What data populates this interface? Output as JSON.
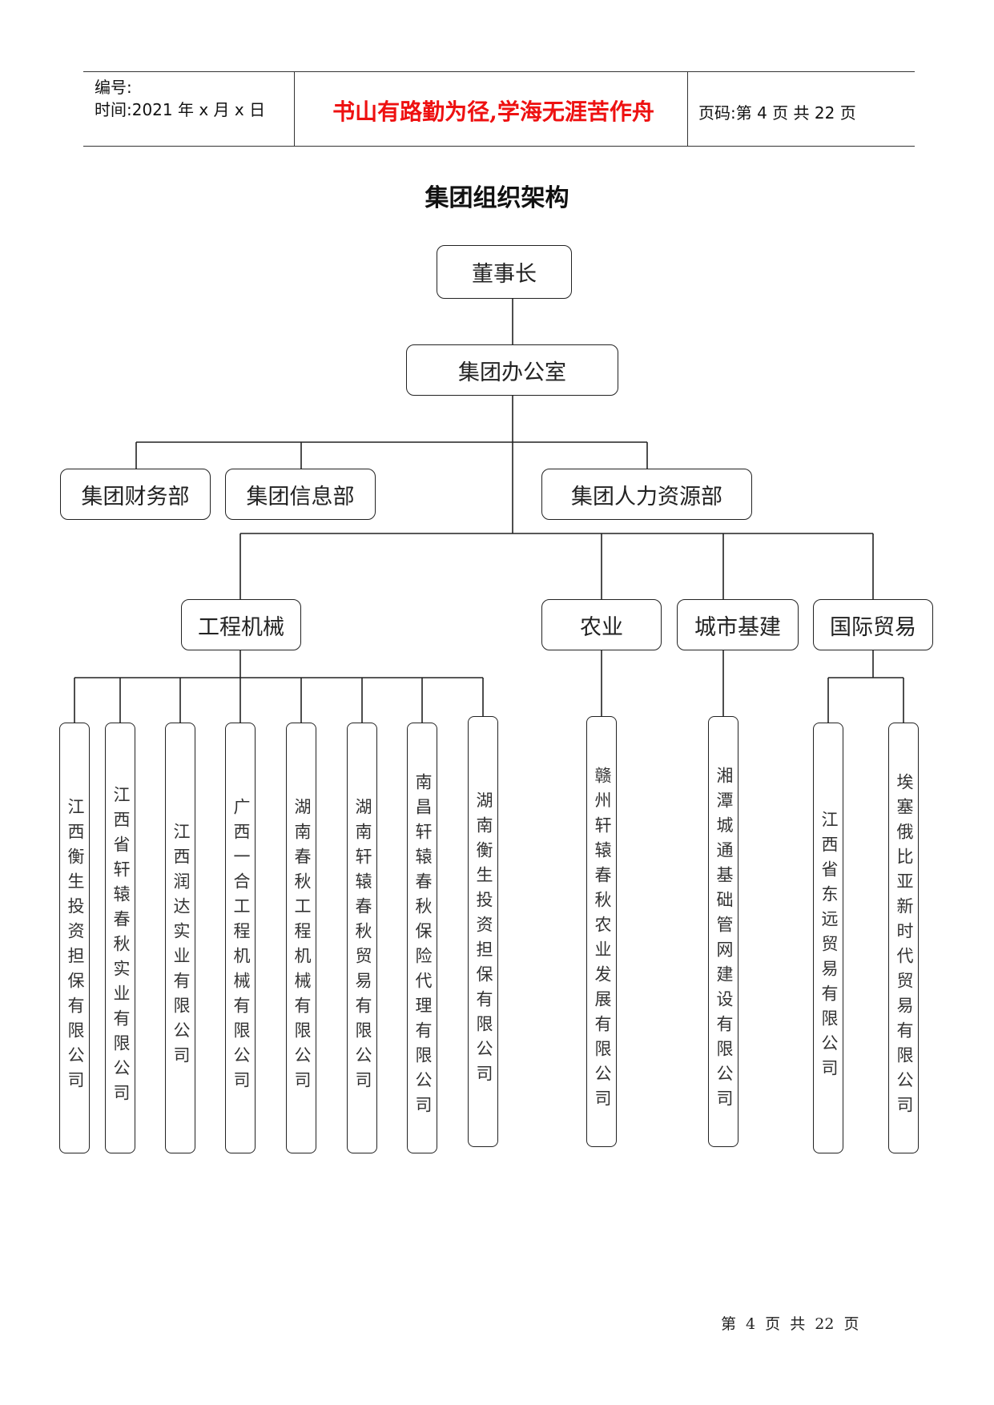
{
  "header": {
    "number_label": "编号:",
    "time_label": "时间:2021 年 x 月 x 日",
    "slogan": "书山有路勤为径,学海无涯苦作舟",
    "page_label": "页码:第 4 页  共 22 页"
  },
  "title": "集团组织架构",
  "org": {
    "chairman": "董事长",
    "office": "集团办公室",
    "departments": [
      "集团财务部",
      "集团信息部",
      "集团人力资源部"
    ],
    "divisions": [
      "工程机械",
      "农业",
      "城市基建",
      "国际贸易"
    ],
    "companies": {
      "engineering": [
        "江西衡生投资担保有限公司",
        "江西省轩辕春秋实业有限公司",
        "江西润达实业有限公司",
        "广西一合工程机械有限公司",
        "湖南春秋工程机械有限公司",
        "湖南轩辕春秋贸易有限公司",
        "南昌轩辕春秋保险代理有限公司",
        "湖南衡生投资担保有限公司"
      ],
      "agriculture": [
        "赣州轩辕春秋农业发展有限公司"
      ],
      "urban": [
        "湘潭城通基础管网建设有限公司"
      ],
      "trade": [
        "江西省东远贸易有限公司",
        "埃塞俄比亚新时代贸易有限公司"
      ]
    }
  },
  "footer": "第 4 页 共 22 页"
}
